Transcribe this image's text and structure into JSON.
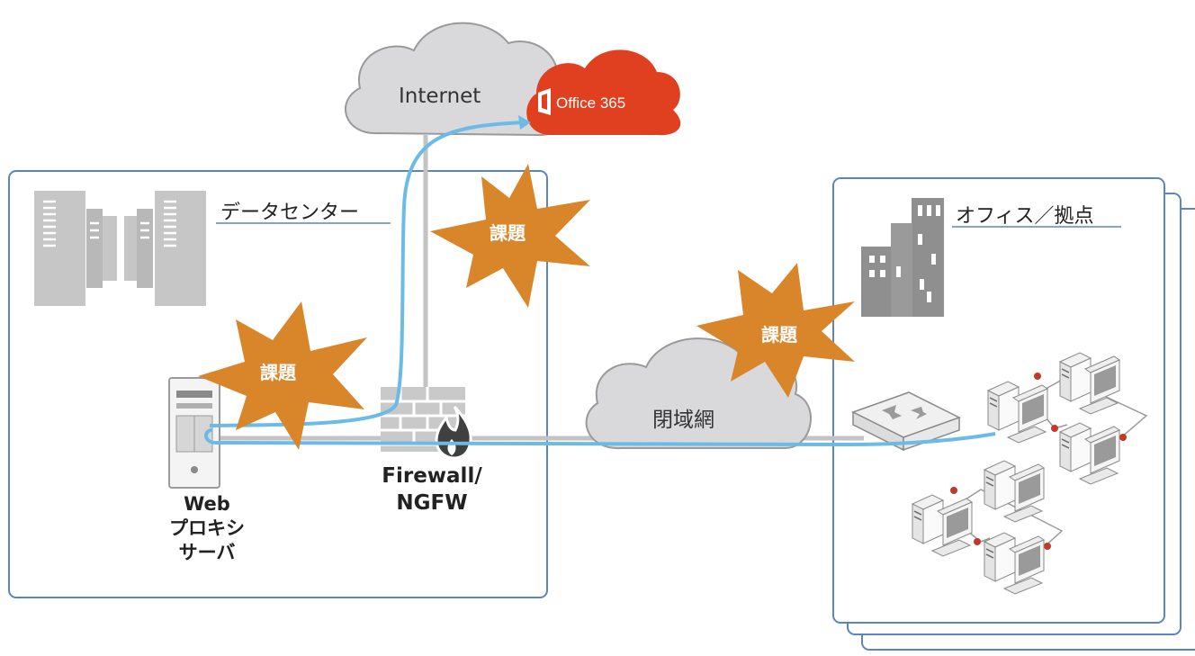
{
  "datacenter": {
    "label": "データセンター"
  },
  "office": {
    "label": "オフィス／拠点"
  },
  "internet": {
    "label": "Internet"
  },
  "office365": {
    "label": "Office 365",
    "color": "#e0401f"
  },
  "closed_network": {
    "label": "閉域網"
  },
  "firewall": {
    "label_line1": "Firewall/",
    "label_line2": "NGFW"
  },
  "proxy": {
    "label_line1": "Web",
    "label_line2": "プロキシ",
    "label_line3": "サーバ"
  },
  "issues": [
    {
      "label": "課題"
    },
    {
      "label": "課題"
    },
    {
      "label": "課題"
    }
  ],
  "colors": {
    "frame": "#5b84c4",
    "flow_line": "#6bbbe6",
    "burst": "#d9852a",
    "cloud": "#d9d9db",
    "connection": "#c3c3c3",
    "network_dot": "#c0392b"
  },
  "icons": [
    "server-rack-icon",
    "building-icon",
    "firewall-icon",
    "flame-icon",
    "proxy-server-icon",
    "router-icon",
    "pc-icon",
    "office365-logo"
  ]
}
